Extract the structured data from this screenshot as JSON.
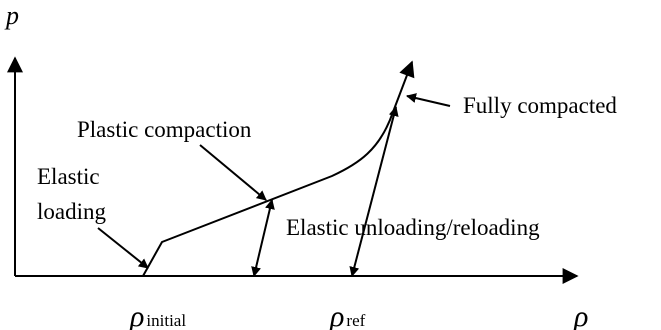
{
  "axes": {
    "y_label": "p",
    "x_label": "ρ"
  },
  "x_ticks": [
    {
      "symbol": "ρ",
      "subscript": "initial"
    },
    {
      "symbol": "ρ",
      "subscript": "ref"
    }
  ],
  "labels": {
    "plastic_compaction": "Plastic compaction",
    "fully_compacted": "Fully compacted",
    "elastic_loading_line1": "Elastic",
    "elastic_loading_line2": "loading",
    "elastic_unloading_reloading": "Elastic unloading/reloading"
  },
  "colors": {
    "ink": "#000000",
    "background": "#ffffff"
  }
}
